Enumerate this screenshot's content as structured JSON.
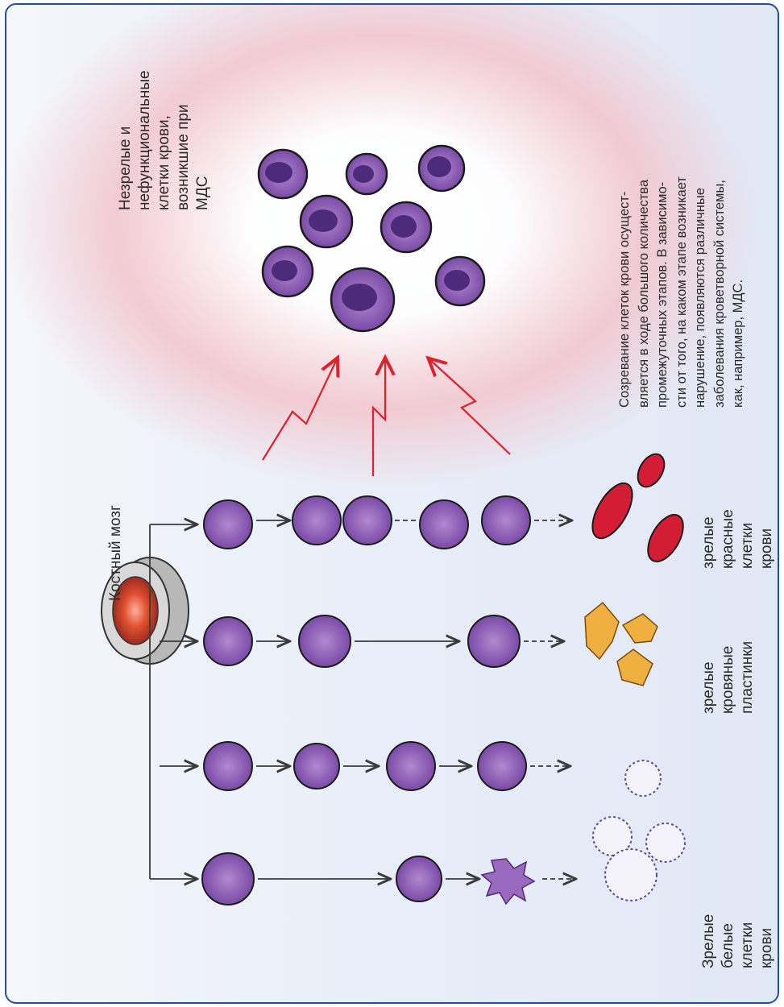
{
  "labels": {
    "immature": "Незрелые и\nнефункциональные\nклетки крови,\nвозникшие при\nМДС",
    "description": "Созревание клеток крови осущест-\nвляется в ходе большого количества\nпромежуточных этапов. В зависимо-\nсти от того, на каком этапе возникает\nнарушение, появляются различные\nзаболевания кроветворной системы,\nкак, например, МДС.",
    "bone_marrow": "Костный мозг",
    "mature_red": "зрелые красные\nклетки крови",
    "mature_platelets": "зрелые кровяные\nпластинки",
    "mature_white": "Зрелые белые\nклетки крови"
  },
  "colors": {
    "border": "#1f4f9e",
    "cell_fill": "#7a4aa6",
    "cell_nucleus": "#4e2a7a",
    "red_cell": "#d41c35",
    "platelet": "#f0b040",
    "arrow": "#3a3a3a",
    "lightning": "#e0202a",
    "halo": "#f3c4cc"
  },
  "icons": [
    "bone-marrow-icon",
    "blood-cell-icon",
    "red-blood-cell-icon",
    "platelet-icon",
    "white-blood-cell-icon",
    "lightning-arrow-icon",
    "arrow-icon"
  ]
}
